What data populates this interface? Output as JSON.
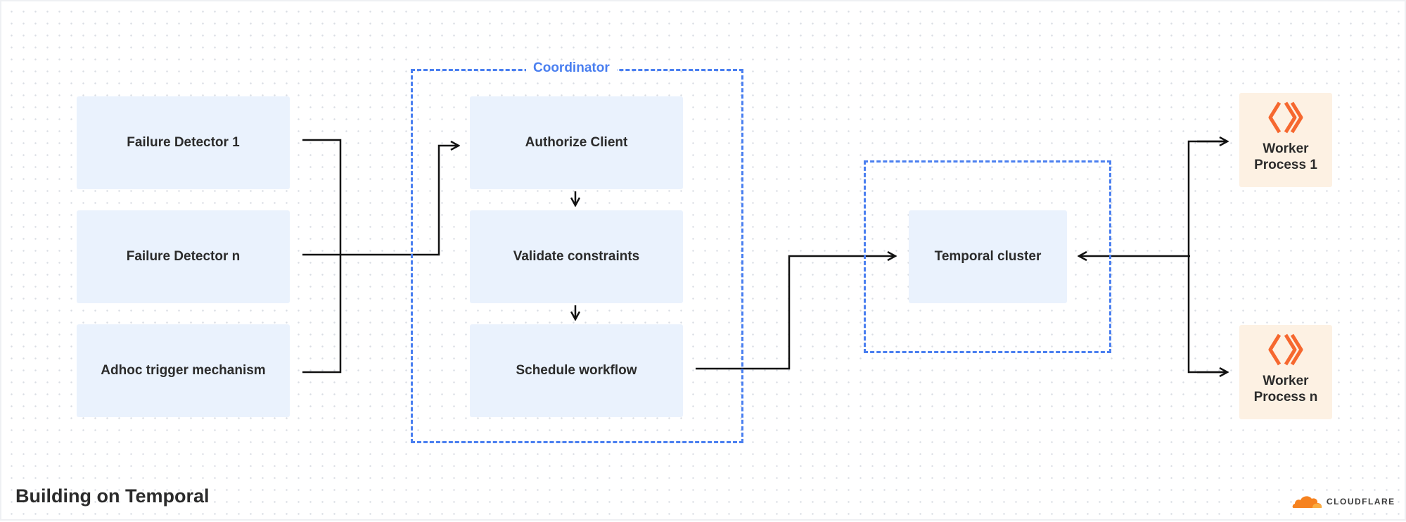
{
  "diagram": {
    "title": "Building on Temporal",
    "brand": "CLOUDFLARE",
    "sources": [
      "Failure Detector 1",
      "Failure Detector n",
      "Adhoc trigger mechanism"
    ],
    "coordinator": {
      "label": "Coordinator",
      "steps": [
        "Authorize Client",
        "Validate constraints",
        "Schedule workflow"
      ]
    },
    "cluster": "Temporal cluster",
    "workers": [
      {
        "line1": "Worker",
        "line2": "Process 1"
      },
      {
        "line1": "Worker",
        "line2": "Process n"
      }
    ],
    "colors": {
      "box_fill": "#eaf2fd",
      "worker_fill": "#fdf1e3",
      "dashed_border": "#4a7ff0",
      "worker_icon": "#f6682f",
      "connector": "#111111"
    },
    "icons": {
      "worker": "cloudflare-workers-icon",
      "brand": "cloudflare-cloud-icon"
    }
  }
}
